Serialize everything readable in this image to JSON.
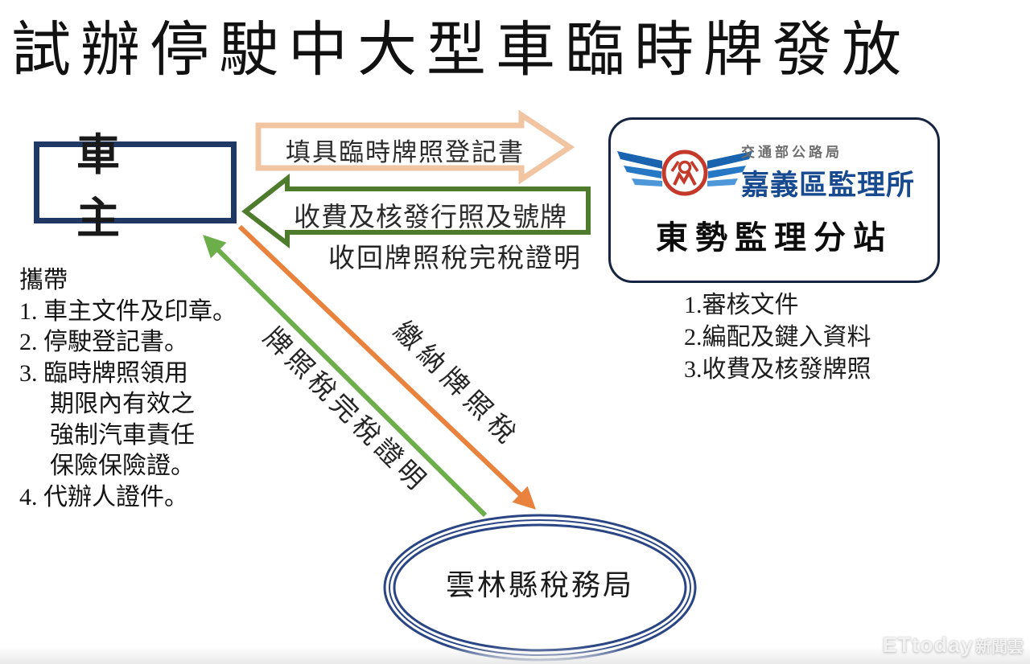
{
  "title": "試辦停駛中大型車臨時牌發放",
  "owner": {
    "label": "車主"
  },
  "flow": {
    "fill_form": "填具臨時牌照登記書",
    "issue": "收費及核發行照及號牌",
    "issue_sub": "收回牌照稅完稅證明",
    "pay_tax": "繳納牌照稅",
    "tax_proof": "牌照稅完稅證明"
  },
  "office": {
    "logo": "highway-bureau-emblem",
    "agency_parent": "交通部公路局",
    "agency": "嘉義區監理所",
    "station": "東勢監理分站",
    "steps": [
      "1.審核文件",
      "2.編配及鍵入資料",
      "3.收費及核發牌照"
    ]
  },
  "bring": {
    "heading": "攜帶",
    "lines": [
      "1. 車主文件及印章。",
      "2. 停駛登記書。",
      "3. 臨時牌照領用",
      "期限內有效之",
      "強制汽車責任",
      "保險保險證。",
      "4. 代辦人證件。"
    ]
  },
  "tax_bureau": {
    "label": "雲林縣稅務局"
  },
  "watermark": {
    "brand": "ETtoday",
    "suffix": "新聞雲"
  },
  "colors": {
    "navy": "#1F3864",
    "ellipse_navy": "#2A4584",
    "peach": "#F1C4A2",
    "dark_green": "#4E7B2C",
    "bright_green": "#6CAE4A",
    "orange": "#E8823C",
    "logo_blue_dark": "#1A63AE",
    "logo_blue_mid": "#2678C5",
    "logo_blue_light": "#4E97D9",
    "logo_red": "#C5392B",
    "agency_blue": "#174A8F",
    "agency_gray": "#6E6E6E"
  }
}
